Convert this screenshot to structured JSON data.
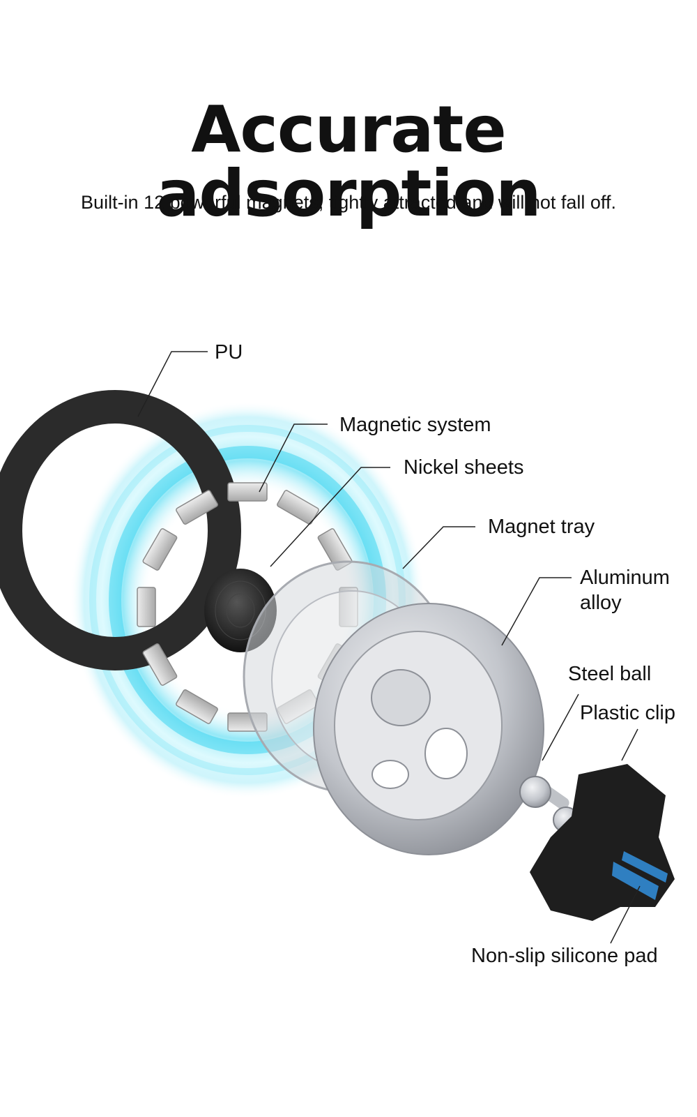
{
  "header": {
    "title": "Accurate adsorption",
    "subtitle": "Built-in 12 powerful magnets, tightly attracted and will not fall off."
  },
  "callouts": {
    "pu": "PU",
    "magnetic_system": "Magnetic system",
    "nickel_sheets": "Nickel sheets",
    "magnet_tray": "Magnet tray",
    "aluminum_alloy": "Aluminum\nalloy",
    "steel_ball": "Steel ball",
    "plastic_clip": "Plastic clip",
    "silicone_pad": "Non-slip silicone pad"
  },
  "colors": {
    "glow": "#3fd6f0",
    "pu_ring": "#2b2b2b",
    "magnet": "#cfcfcf",
    "metal": "#c9cbd0",
    "clip": "#1e1e1e",
    "pad": "#2f7fc1"
  }
}
